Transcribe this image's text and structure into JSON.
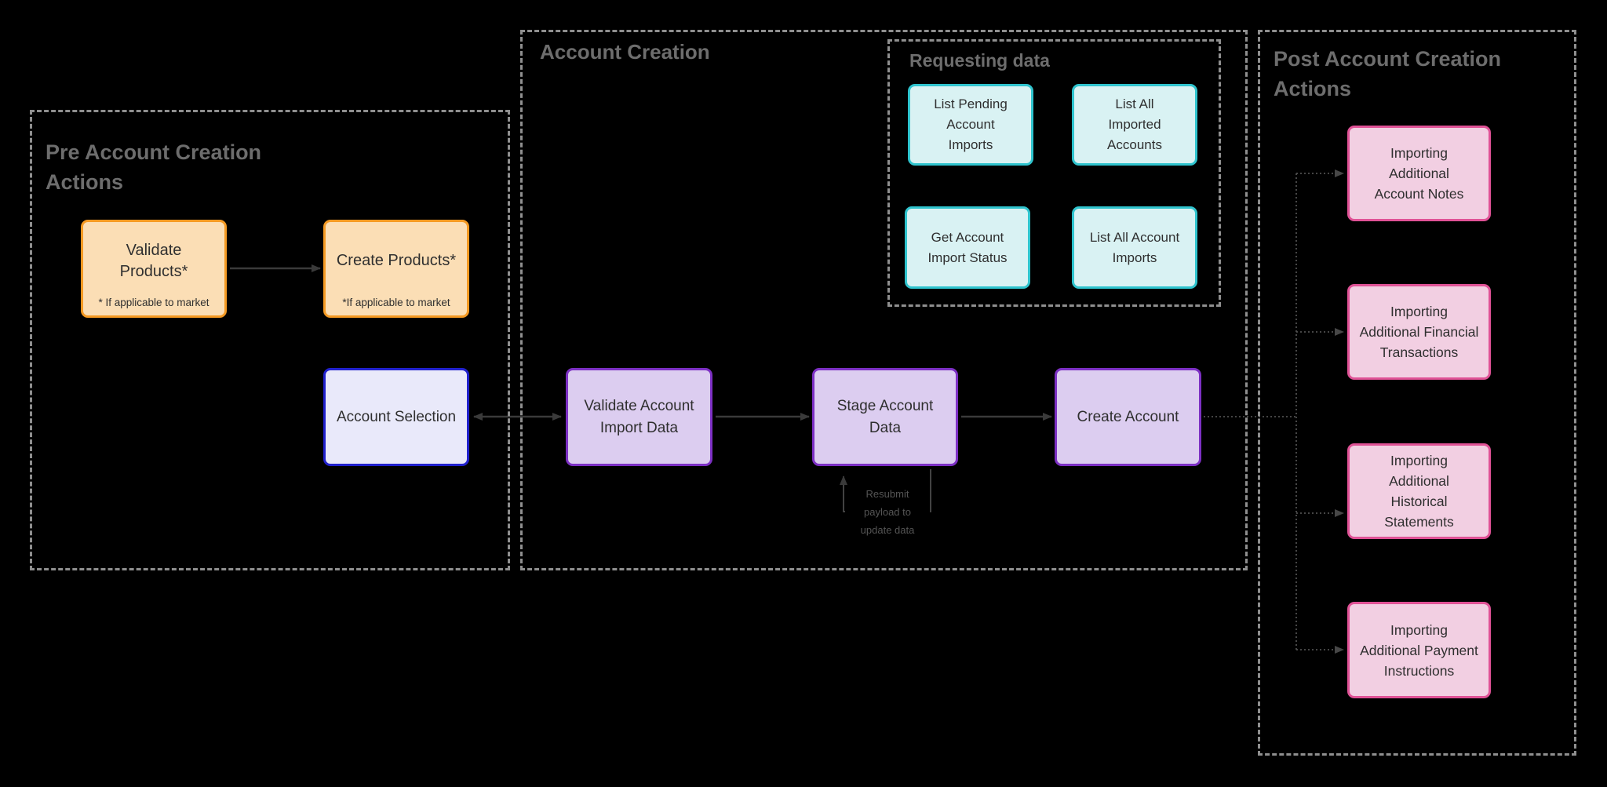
{
  "colors": {
    "background": "#000000",
    "container_border": "#8f8f8f",
    "container_title": "#6d6d6d",
    "orange_border": "#f59a23",
    "orange_fill": "#fbdeb5",
    "teal_border": "#2fc4ce",
    "teal_fill": "#d9f2f3",
    "blue_border": "#2121cd",
    "lavender_fill": "#e9e9fa",
    "purple_border": "#7d30c4",
    "purple_fill": "#dccdf0",
    "pink_border": "#e05296",
    "pink_fill": "#f2cfe2",
    "solid_arrow": "#3a3a3a",
    "dotted_arrow": "#4f4f4f",
    "node_text": "#2f2f2f"
  },
  "pre": {
    "title": "Pre Account Creation\nActions",
    "nodes": [
      {
        "label": "Validate\nProducts*",
        "note": "* If applicable to market"
      },
      {
        "label": "Create Products*",
        "note": "*If applicable to market"
      }
    ]
  },
  "account_creation": {
    "title": "Account Creation",
    "requesting_data": {
      "title": "Requesting data",
      "nodes": [
        {
          "label": "List Pending\nAccount\nImports"
        },
        {
          "label": "List All\nImported\nAccounts"
        },
        {
          "label": "Get Account\nImport Status"
        },
        {
          "label": "List All Account\nImports"
        }
      ]
    },
    "nodes": [
      {
        "label": "Account Selection"
      },
      {
        "label": "Validate Account\nImport Data"
      },
      {
        "label": "Stage Account\nData"
      },
      {
        "label": "Create Account"
      }
    ],
    "resubmit_note": "Resubmit\npayload to\nupdate data"
  },
  "post": {
    "title": "Post Account Creation\nActions",
    "nodes": [
      {
        "label": "Importing\nAdditional\nAccount Notes"
      },
      {
        "label": "Importing\nAdditional Financial\nTransactions"
      },
      {
        "label": "Importing\nAdditional\nHistorical\nStatements"
      },
      {
        "label": "Importing\nAdditional Payment\nInstructions"
      }
    ]
  }
}
